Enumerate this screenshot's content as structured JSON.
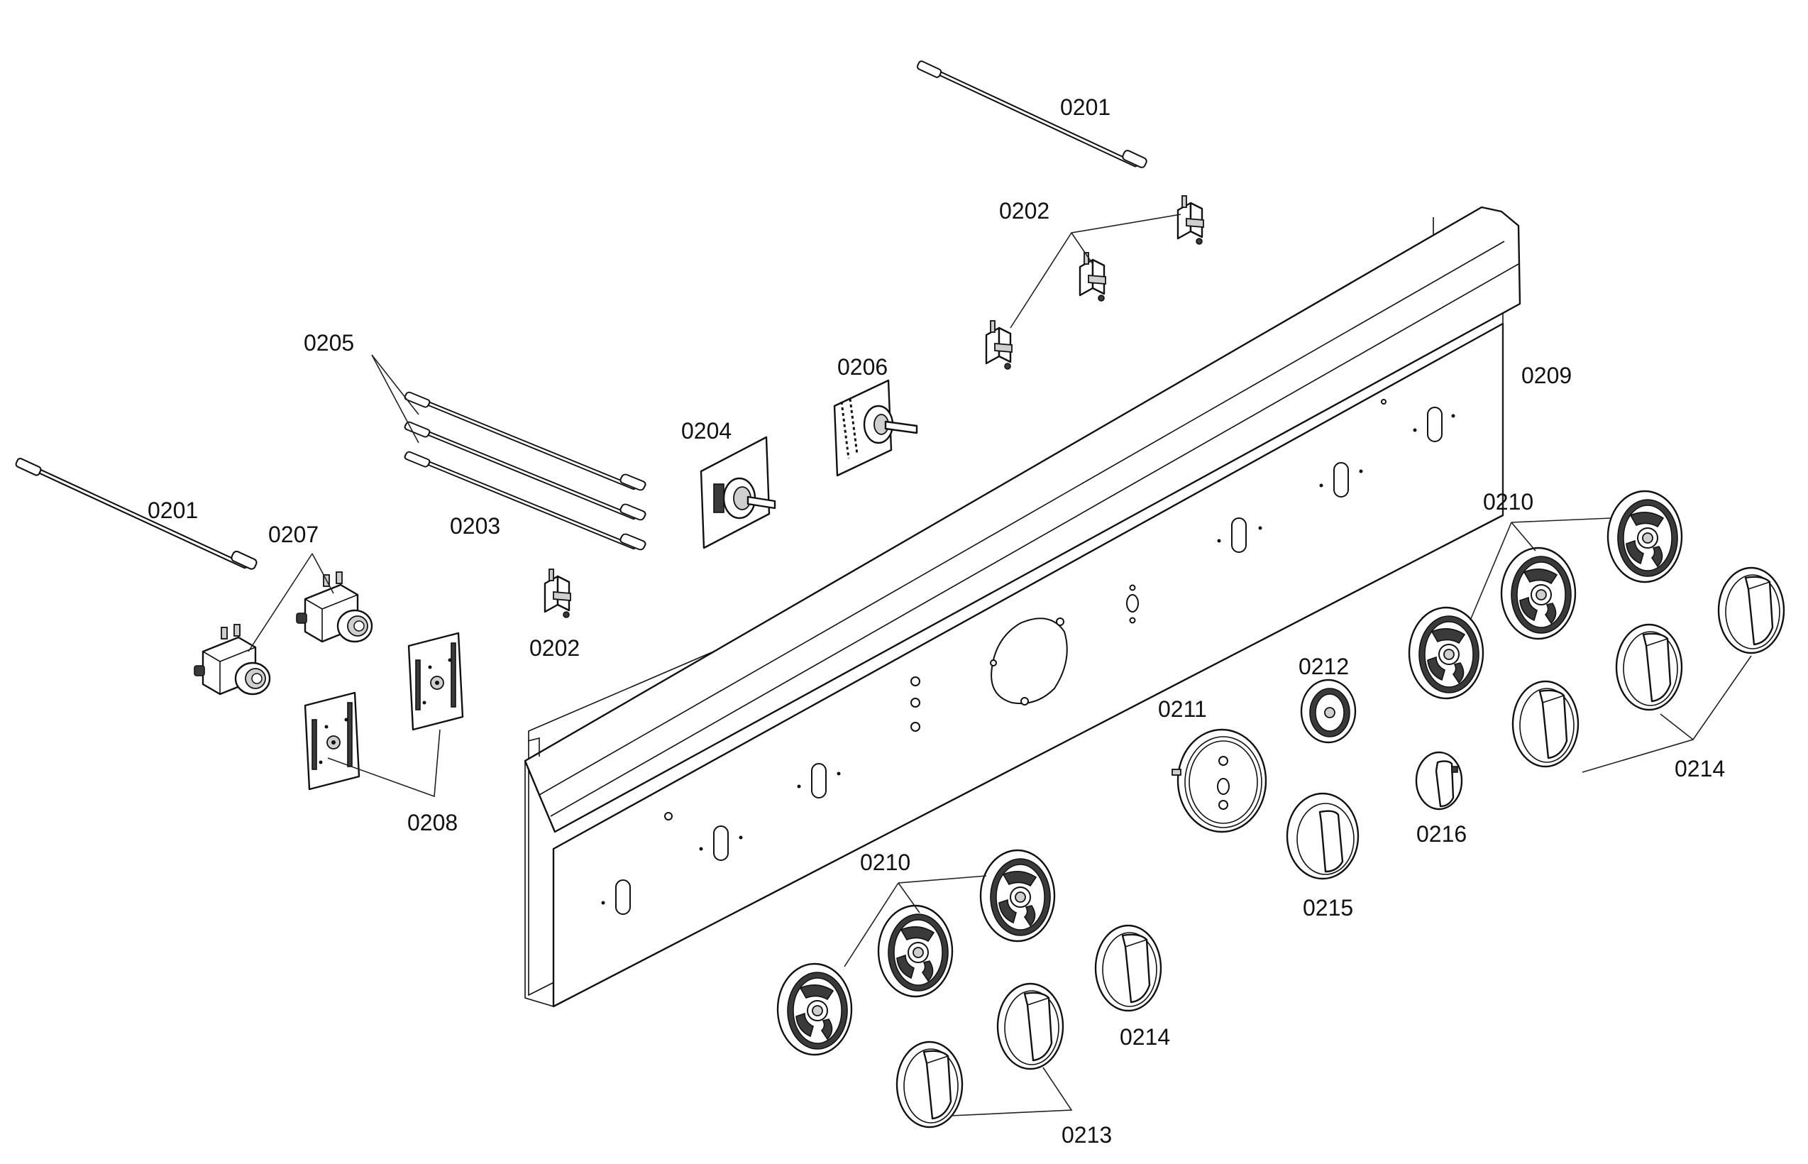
{
  "diagram": {
    "callouts": {
      "c0201_top": "0201",
      "c0201_left": "0201",
      "c0202_top": "0202",
      "c0202_bottom": "0202",
      "c0203": "0203",
      "c0204": "0204",
      "c0205": "0205",
      "c0206": "0206",
      "c0207": "0207",
      "c0208": "0208",
      "c0209": "0209",
      "c0210_right": "0210",
      "c0210_bottom": "0210",
      "c0211": "0211",
      "c0212": "0212",
      "c0213": "0213",
      "c0214_right": "0214",
      "c0214_bottom": "0214",
      "c0215": "0215",
      "c0216": "0216"
    }
  }
}
